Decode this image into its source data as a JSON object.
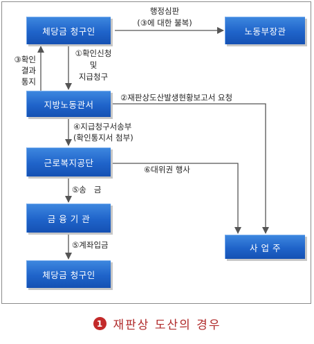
{
  "boxes": {
    "claimant_top": "체당금 청구인",
    "labor_minister": "노동부장관",
    "regional_office": "지방노동관서",
    "welfare_corp": "근로복지공단",
    "bank": "금 융 기 관",
    "employer": "사  업  주",
    "claimant_bottom": "체당금 청구인"
  },
  "labels": {
    "appeal_line1": "행정심판",
    "appeal_line2": "(③에 대한 불복)",
    "confirm_request_line1": "①확인신청",
    "confirm_request_line2": "및",
    "confirm_request_line3": "지급청구",
    "confirm_notice_line1": "③확인",
    "confirm_notice_line2": "결과",
    "confirm_notice_line3": "통지",
    "bankruptcy_report": "②재판상도산발생현황보고서 요청",
    "send_claim_line1": "④지급청구서송부",
    "send_claim_line2": "(확인통지서 첨부)",
    "subrogation": "⑥대위권 행사",
    "remit": "⑤송   금",
    "deposit": "⑤계좌입금"
  },
  "caption": {
    "number": "1",
    "title": "재판상 도산의 경우"
  }
}
